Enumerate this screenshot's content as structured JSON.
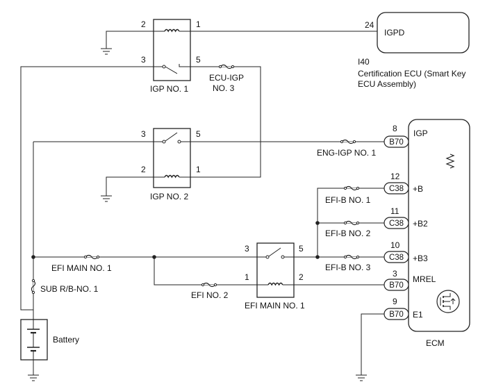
{
  "certification_ecu": {
    "pin": "24",
    "terminal": "IGPD",
    "id": "I40",
    "name_line1": "Certification ECU (Smart Key",
    "name_line2": "ECU Assembly)"
  },
  "ecm": {
    "name": "ECM",
    "pins": [
      {
        "num": "8",
        "connector": "B70",
        "terminal": "IGP"
      },
      {
        "num": "12",
        "connector": "C38",
        "terminal": "+B"
      },
      {
        "num": "11",
        "connector": "C38",
        "terminal": "+B2"
      },
      {
        "num": "10",
        "connector": "C38",
        "terminal": "+B3"
      },
      {
        "num": "3",
        "connector": "B70",
        "terminal": "MREL"
      },
      {
        "num": "9",
        "connector": "B70",
        "terminal": "E1"
      }
    ]
  },
  "relays": {
    "igp1": {
      "name": "IGP NO. 1",
      "pins": [
        "2",
        "1",
        "3",
        "5"
      ]
    },
    "igp2": {
      "name": "IGP NO. 2",
      "pins": [
        "3",
        "5",
        "2",
        "1"
      ]
    },
    "efi_main1": {
      "name": "EFI MAIN NO. 1",
      "pins": [
        "3",
        "5",
        "1",
        "2"
      ]
    }
  },
  "fuses": {
    "ecu_igp3_line1": "ECU-IGP",
    "ecu_igp3_line2": "NO. 3",
    "eng_igp1": "ENG-IGP NO. 1",
    "efi_b1": "EFI-B NO. 1",
    "efi_b2": "EFI-B NO. 2",
    "efi_b3": "EFI-B NO. 3",
    "efi_main1": "EFI MAIN NO. 1",
    "efi2": "EFI NO. 2",
    "sub_rb1": "SUB R/B-NO. 1"
  },
  "battery": {
    "label": "Battery"
  }
}
